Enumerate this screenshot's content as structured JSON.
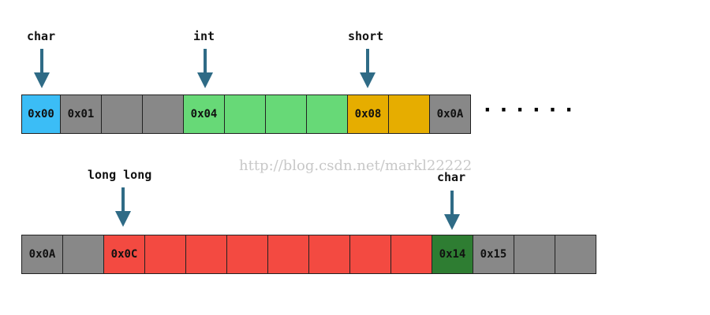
{
  "labels": {
    "char1": "char",
    "int": "int",
    "short": "short",
    "longlong": "long long",
    "char2": "char"
  },
  "row1": [
    {
      "text": "0x00",
      "color": "#3bbdf6"
    },
    {
      "text": "0x01",
      "color": "#888888"
    },
    {
      "text": "",
      "color": "#888888"
    },
    {
      "text": "",
      "color": "#888888"
    },
    {
      "text": "0x04",
      "color": "#67d977"
    },
    {
      "text": "",
      "color": "#67d977"
    },
    {
      "text": "",
      "color": "#67d977"
    },
    {
      "text": "",
      "color": "#67d977"
    },
    {
      "text": "0x08",
      "color": "#e6ad00"
    },
    {
      "text": "",
      "color": "#e6ad00"
    },
    {
      "text": "0x0A",
      "color": "#888888"
    }
  ],
  "row1_ellipsis": "······",
  "row2": [
    {
      "text": "0x0A",
      "color": "#888888"
    },
    {
      "text": "",
      "color": "#888888"
    },
    {
      "text": "0x0C",
      "color": "#f34a41"
    },
    {
      "text": "",
      "color": "#f34a41"
    },
    {
      "text": "",
      "color": "#f34a41"
    },
    {
      "text": "",
      "color": "#f34a41"
    },
    {
      "text": "",
      "color": "#f34a41"
    },
    {
      "text": "",
      "color": "#f34a41"
    },
    {
      "text": "",
      "color": "#f34a41"
    },
    {
      "text": "",
      "color": "#f34a41"
    },
    {
      "text": "0x14",
      "color": "#2e7d32"
    },
    {
      "text": "0x15",
      "color": "#888888"
    },
    {
      "text": "",
      "color": "#888888"
    },
    {
      "text": "",
      "color": "#888888"
    }
  ],
  "watermark": "http://blog.csdn.net/markl22222",
  "arrow_color": "#2f6b86"
}
